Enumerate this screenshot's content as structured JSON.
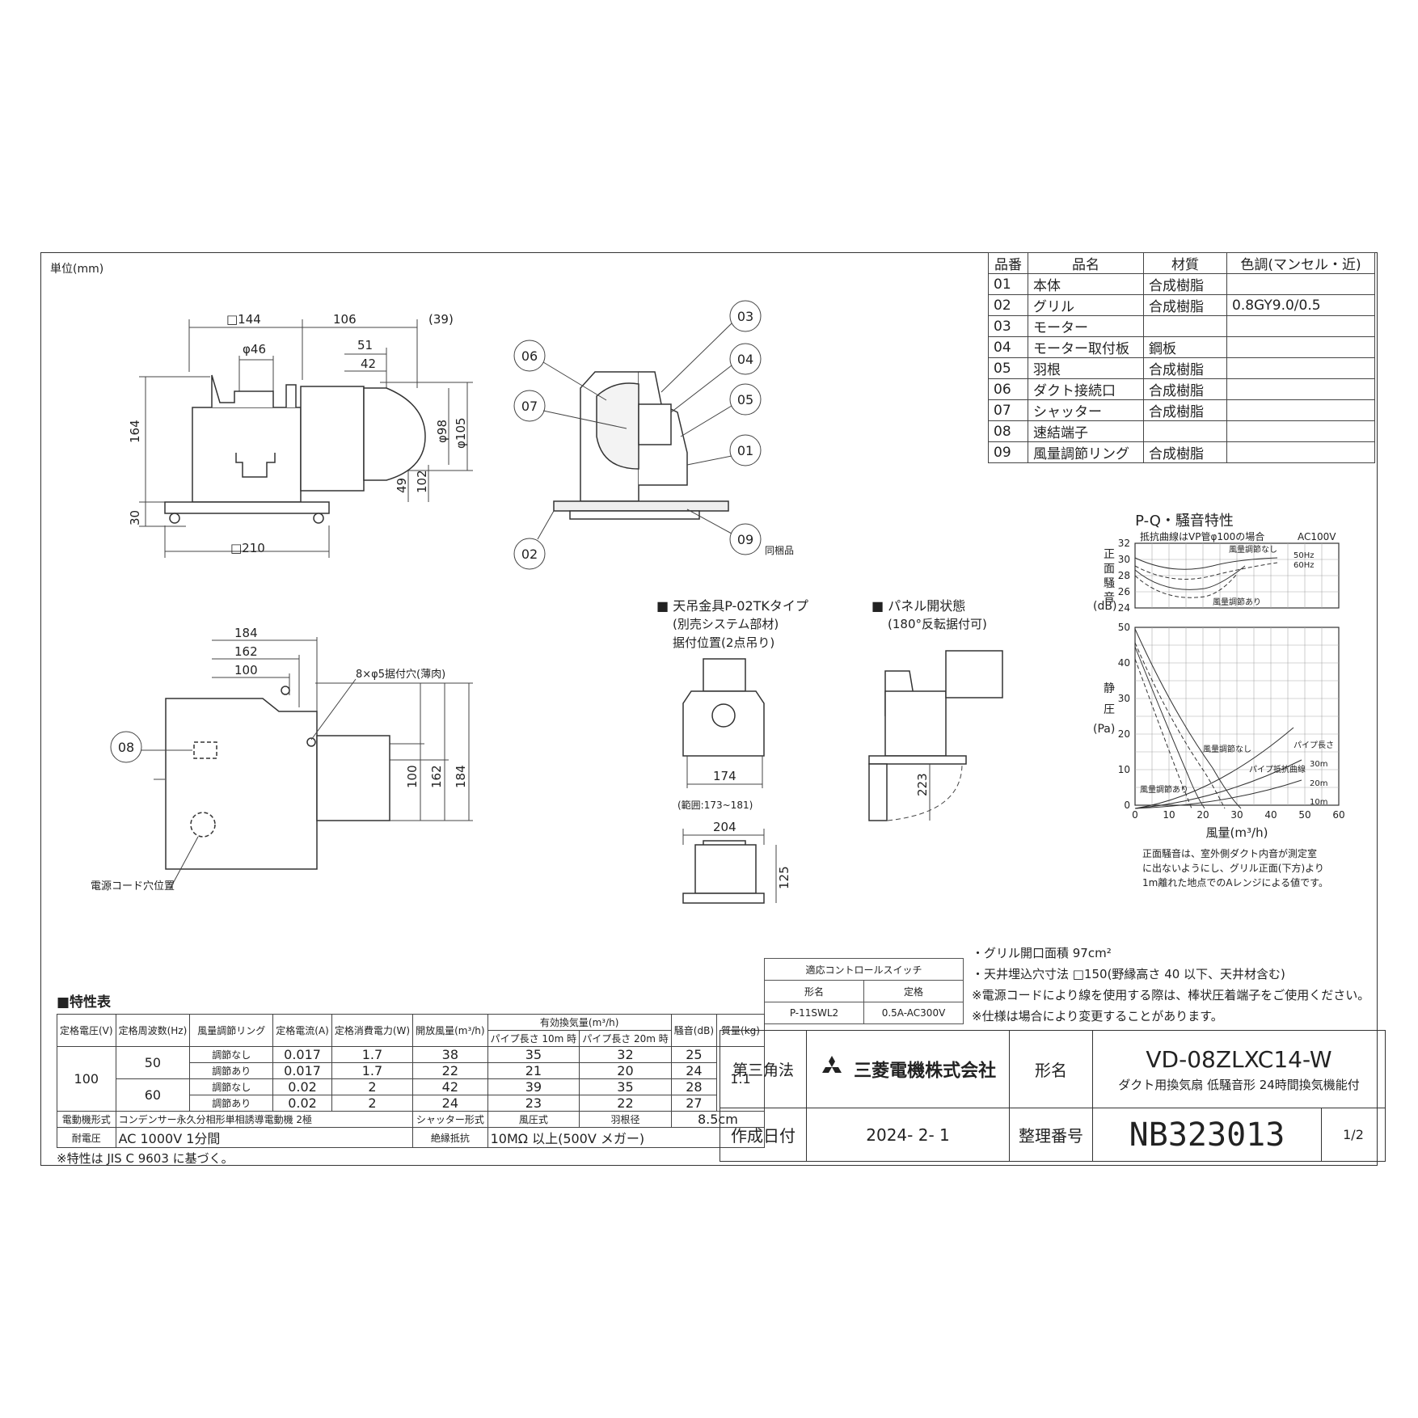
{
  "unit_label": "単位(mm)",
  "parts_table": {
    "headers": [
      "品番",
      "品名",
      "材質",
      "色調(マンセル・近)"
    ],
    "rows": [
      [
        "01",
        "本体",
        "合成樹脂",
        ""
      ],
      [
        "02",
        "グリル",
        "合成樹脂",
        "0.8GY9.0/0.5"
      ],
      [
        "03",
        "モーター",
        "",
        ""
      ],
      [
        "04",
        "モーター取付板",
        "鋼板",
        ""
      ],
      [
        "05",
        "羽根",
        "合成樹脂",
        ""
      ],
      [
        "06",
        "ダクト接続口",
        "合成樹脂",
        ""
      ],
      [
        "07",
        "シャッター",
        "合成樹脂",
        ""
      ],
      [
        "08",
        "速結端子",
        "",
        ""
      ],
      [
        "09",
        "風量調節リング",
        "合成樹脂",
        ""
      ]
    ]
  },
  "front_view": {
    "dims": [
      "□144",
      "106",
      "(39)",
      "φ46",
      "51",
      "42",
      "164",
      "φ98",
      "φ105",
      "49",
      "102",
      "30",
      "□210"
    ]
  },
  "section_view": {
    "callouts": [
      "03",
      "04",
      "05",
      "01",
      "06",
      "07",
      "02",
      "09"
    ],
    "bundled_note": "同梱品"
  },
  "plan_view": {
    "dims": [
      "184",
      "162",
      "100",
      "100",
      "162",
      "184"
    ],
    "hole_note": "8×φ5据付穴(薄肉)",
    "callout": "08",
    "cord_note": "電源コード穴位置"
  },
  "hanger": {
    "title": "天吊金具P-02TKタイプ",
    "line2": "(別売システム部材)",
    "line3": "据付位置(2点吊り)",
    "dim1": "174",
    "range": "(範囲:173~181)",
    "dim2": "204",
    "dim3": "125"
  },
  "panel": {
    "title": "パネル開状態",
    "line2": "(180°反転据付可)",
    "dim": "223"
  },
  "pq_chart": {
    "title": "P-Q・騒音特性",
    "subtitle": "抵抗曲線はVP管φ100の場合",
    "voltage": "AC100V",
    "noise_label": [
      "正",
      "面",
      "騒",
      "音"
    ],
    "noise_unit": "(dB)",
    "noise_ticks": [
      "32",
      "30",
      "28",
      "26",
      "24"
    ],
    "pressure_label": [
      "静",
      "圧"
    ],
    "pressure_unit": "(Pa)",
    "pressure_ticks": [
      "50",
      "40",
      "30",
      "20",
      "10",
      "0"
    ],
    "flow_ticks": [
      "0",
      "10",
      "20",
      "30",
      "40",
      "50",
      "60"
    ],
    "xlabel": "風量(m³/h)",
    "legend_50": "50Hz",
    "legend_60": "60Hz",
    "lbl_no_adj": "風量調節なし",
    "lbl_adj": "風量調節あり",
    "lbl_pipe": "パイプ長さ",
    "lbl_resist": "パイプ抵抗曲線",
    "lbl_30": "30m",
    "lbl_20": "20m",
    "lbl_10": "10m",
    "note": [
      "正面騒音は、室外側ダクト内音が測定室",
      "に出ないようにし、グリル正面(下方)より",
      "1m離れた地点でのAレンジによる値です。"
    ]
  },
  "control_switch": {
    "title": "適応コントロールスイッチ",
    "headers": [
      "形名",
      "定格"
    ],
    "row": [
      "P-11SWL2",
      "0.5A-AC300V"
    ]
  },
  "notes": [
    "・グリル開口面積 97cm²",
    "・天井埋込穴寸法 □150(野縁高さ 40 以下、天井材含む)",
    "※電源コードにより線を使用する際は、棒状圧着端子をご使用ください。",
    "※仕様は場合により変更することがあります。"
  ],
  "spec_table": {
    "title": "■特性表",
    "headers": {
      "voltage": "定格電圧(V)",
      "freq": "定格周波数(Hz)",
      "ring": "風量調節リング",
      "current": "定格電流(A)",
      "power": "定格消費電力(W)",
      "open_flow": "開放風量(m³/h)",
      "eff_flow": "有効換気量(m³/h)",
      "pipe10": "パイプ長さ 10m 時",
      "pipe20": "パイプ長さ 20m 時",
      "noise": "騒音(dB)",
      "mass": "質量(kg)"
    },
    "voltage": "100",
    "mass": "1.1",
    "rows": [
      {
        "freq": "50",
        "ring": "調節なし",
        "current": "0.017",
        "power": "1.7",
        "open": "38",
        "p10": "35",
        "p20": "32",
        "noise": "25"
      },
      {
        "freq": "",
        "ring": "調節あり",
        "current": "0.017",
        "power": "1.7",
        "open": "22",
        "p10": "21",
        "p20": "20",
        "noise": "24"
      },
      {
        "freq": "60",
        "ring": "調節なし",
        "current": "0.02",
        "power": "2",
        "open": "42",
        "p10": "39",
        "p20": "35",
        "noise": "28"
      },
      {
        "freq": "",
        "ring": "調節あり",
        "current": "0.02",
        "power": "2",
        "open": "24",
        "p10": "23",
        "p20": "22",
        "noise": "27"
      }
    ],
    "motor_label": "電動機形式",
    "motor_value": "コンデンサー永久分相形単相誘導電動機 2極",
    "shutter_label": "シャッター形式",
    "shutter_value": "風圧式",
    "blade_label": "羽根径",
    "blade_value": "8.5cm",
    "withstand_label": "耐電圧",
    "withstand_value": "AC 1000V 1分間",
    "insul_label": "絶縁抵抗",
    "insul_value": "10MΩ 以上(500V メガー)",
    "footnote": "※特性は JIS C 9603 に基づく。"
  },
  "title_block": {
    "projection": "第三角法",
    "company": "三菱電機株式会社",
    "model_label": "形名",
    "model": "VD-08ZLXC14-W",
    "description": "ダクト用換気扇 低騒音形 24時間換気機能付",
    "date_label": "作成日付",
    "date": "2024- 2- 1",
    "number_label": "整理番号",
    "number": "NB323013",
    "page": "1/2"
  }
}
